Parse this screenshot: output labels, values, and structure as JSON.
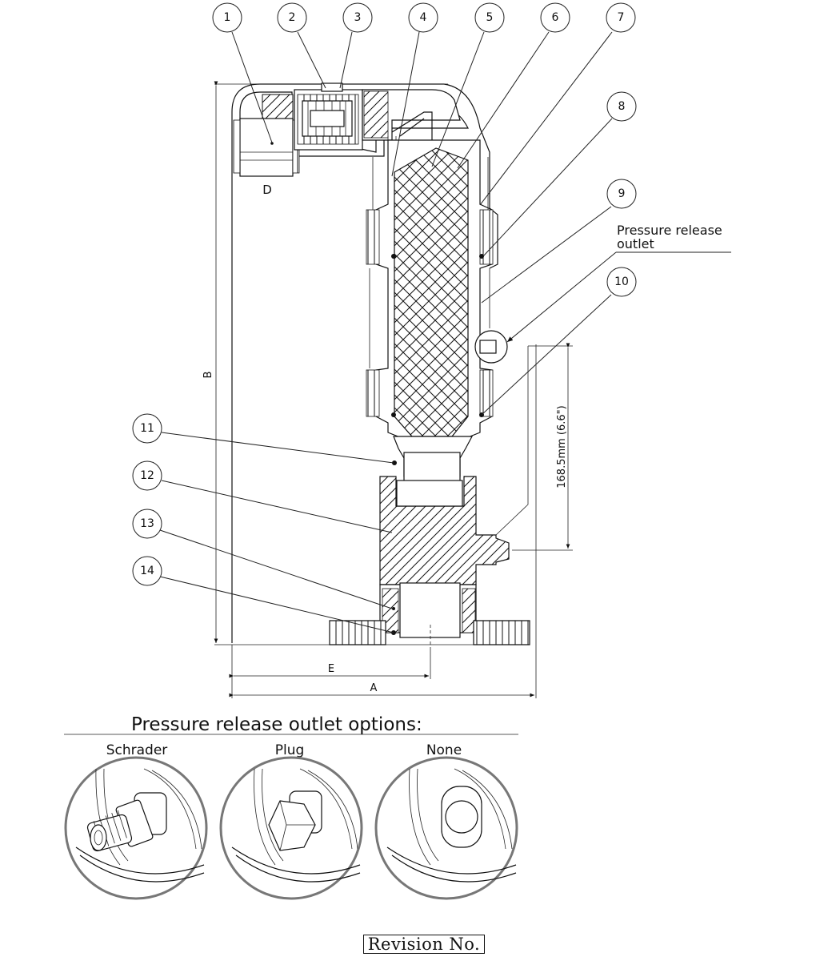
{
  "balloons": [
    "1",
    "2",
    "3",
    "4",
    "5",
    "6",
    "7",
    "8",
    "9",
    "10",
    "11",
    "12",
    "13",
    "14"
  ],
  "dimensions": {
    "d_label": "D",
    "b_label": "B",
    "e_label": "E",
    "a_label": "A",
    "height_label": "168.5mm (6.6\")"
  },
  "callout": {
    "line1": "Pressure release",
    "line2": "outlet"
  },
  "options": {
    "title": "Pressure release outlet options:",
    "items": [
      {
        "label": "Schrader"
      },
      {
        "label": "Plug"
      },
      {
        "label": "None"
      }
    ]
  },
  "revision": {
    "label": "Revision No."
  }
}
